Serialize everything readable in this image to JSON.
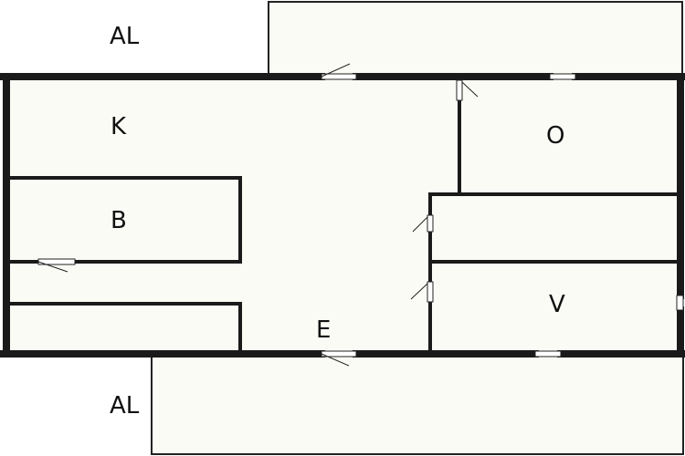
{
  "colors": {
    "background": "#ffffff",
    "floor": "#fbfbf6",
    "wall": "#1a1a1a",
    "thin_line": "#222222"
  },
  "labels": {
    "al_top": "AL",
    "kitchen": "K",
    "bathroom": "B",
    "room_o": "O",
    "room_v": "V",
    "entrance": "E",
    "al_bottom": "AL"
  }
}
